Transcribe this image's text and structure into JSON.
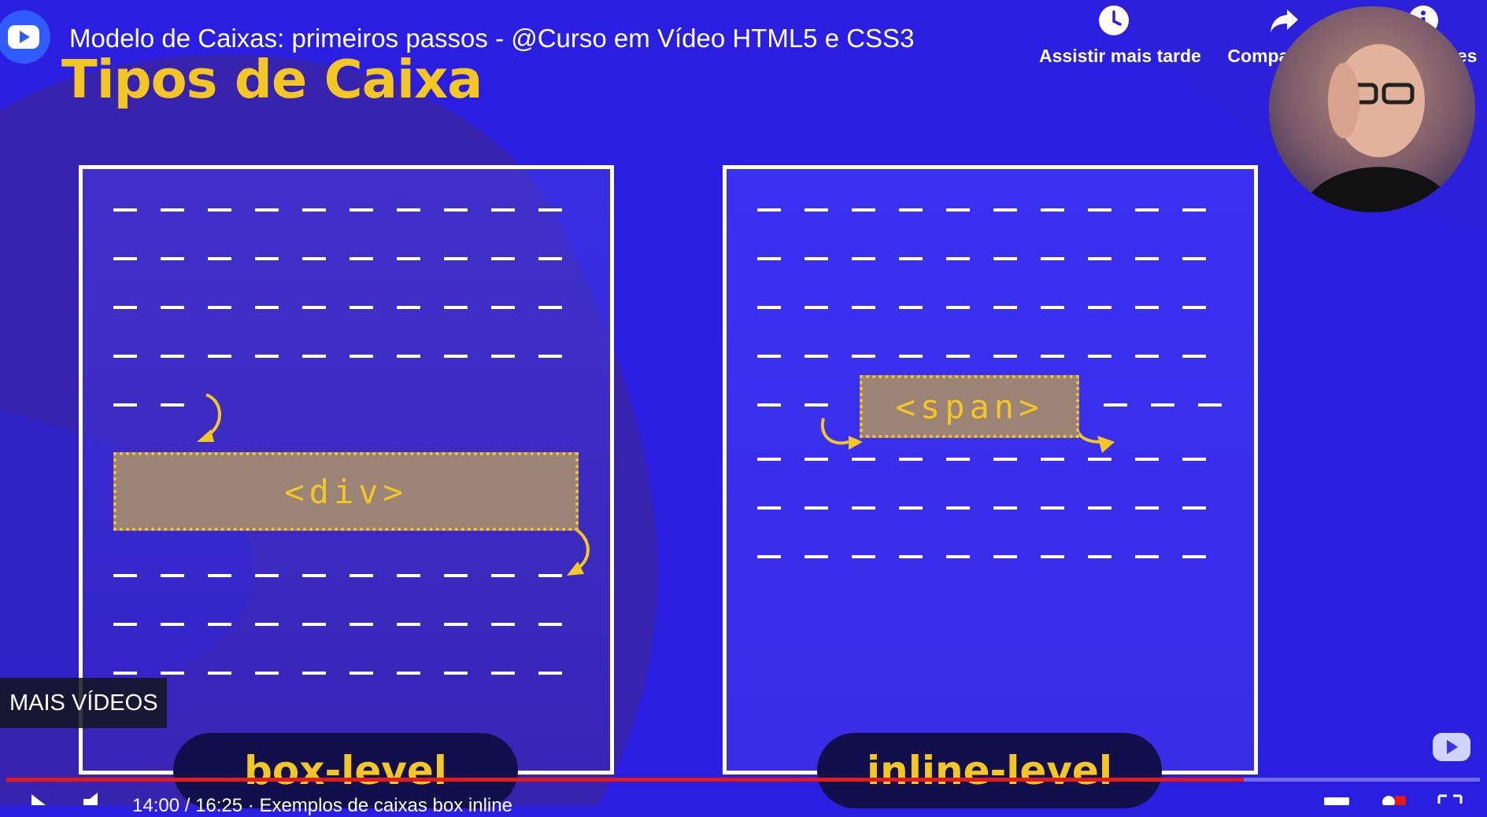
{
  "video": {
    "title": "Modelo de Caixas: primeiros passos - @Curso em Vídeo HTML5 e CSS3",
    "current_time": "14:00 / 16:25 · Exemplos de caixas box inline",
    "progress_fraction": 0.84
  },
  "actions": {
    "watch_later": "Assistir mais tarde",
    "share": "Compartilhar",
    "info": "Informações"
  },
  "slide": {
    "heading": "Tipos de Caixa",
    "left_tag": "<div>",
    "right_tag": "<span>",
    "left_label": "box-level",
    "right_label": "inline-level"
  },
  "more_videos": "MAIS VÍDEOS",
  "colors": {
    "accent_yellow": "#f3c623",
    "background_blue": "#2a1ee0",
    "progress_red": "#e41a1a"
  },
  "icons": {
    "logo": "channel-logo-icon",
    "watch_later": "clock-icon",
    "share": "share-arrow-icon",
    "info": "info-icon",
    "play": "play-icon",
    "volume": "volume-icon"
  }
}
